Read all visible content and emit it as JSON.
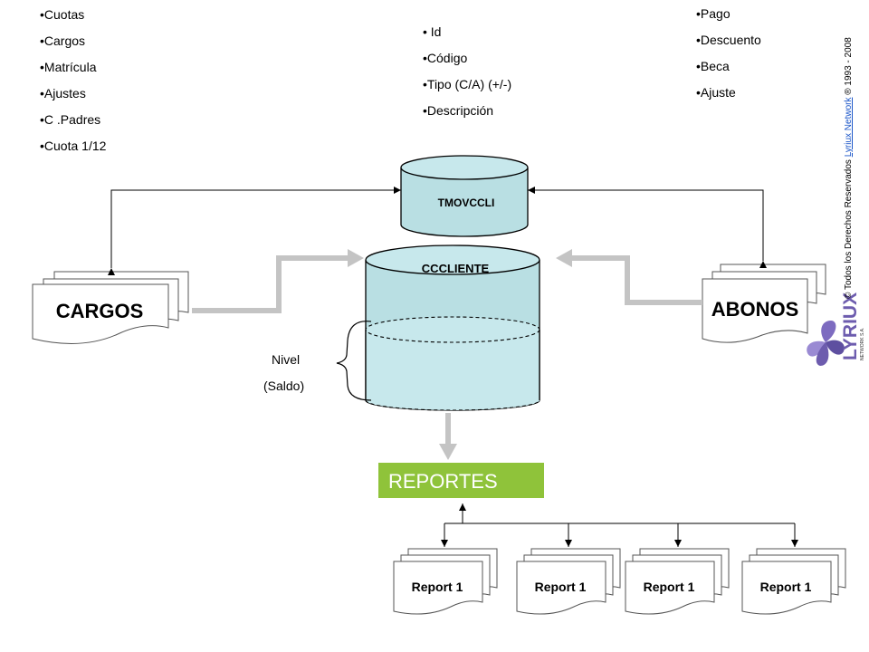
{
  "cargos_list": [
    "Cuotas",
    "Cargos",
    "Matrícula",
    "Ajustes",
    "C .Padres",
    "Cuota 1/12"
  ],
  "fields_list": [
    " Id",
    "Código",
    "Tipo (C/A) (+/-)",
    "Descripción"
  ],
  "abonos_list": [
    "Pago",
    "Descuento",
    "Beca",
    "Ajuste"
  ],
  "tmovccli_label": "TMOVCCLI",
  "ccliente_label": "CCCLIENTE",
  "cargos_doc_label": "CARGOS",
  "abonos_doc_label": "ABONOS",
  "nivel_label": "Nivel",
  "saldo_label": "(Saldo)",
  "reportes_label": "REPORTES",
  "reports": [
    "Report 1",
    "Report 1",
    "Report 1",
    "Report 1"
  ],
  "copyright": {
    "prefix": "© Todos los Derechos Reservados ",
    "link": "Lyriux Network",
    "suffix": " ® 1993 - 2008"
  },
  "logo": {
    "brand": "LYRIUX",
    "sub": "NETWORK S.A."
  },
  "colors": {
    "cylinder_fill": "#b9dfe3",
    "level_fill": "#c7e8ec",
    "reportes_fill": "#8fc33a",
    "arrow_gray": "#c4c4c4",
    "logo_purple": "#6d5cae",
    "link_blue": "#1a55c8"
  }
}
